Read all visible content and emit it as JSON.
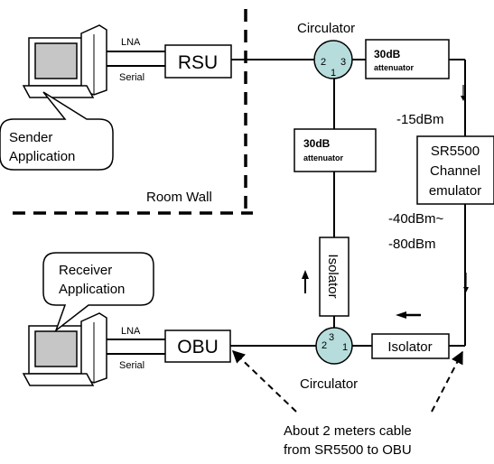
{
  "nodes": {
    "rsu": "RSU",
    "obu": "OBU",
    "circulator_top": "Circulator",
    "circulator_bottom": "Circulator",
    "att_right_value": "30dB",
    "att_right_sub": "attenuator",
    "att_mid_value": "30dB",
    "att_mid_sub": "attenuator",
    "isolator_vertical": "Isolator",
    "isolator_horizontal": "Isolator",
    "emulator": [
      "SR5500",
      "Channel",
      "emulator"
    ]
  },
  "ports": {
    "top": [
      "2",
      "3",
      "1"
    ],
    "bottom": [
      "2",
      "3",
      "1"
    ]
  },
  "links": {
    "lna_top": "LNA",
    "serial_top": "Serial",
    "lna_bottom": "LNA",
    "serial_bottom": "Serial"
  },
  "callouts": {
    "sender": [
      "Sender",
      "Application"
    ],
    "receiver": [
      "Receiver",
      "Application"
    ]
  },
  "levels": {
    "before_emulator": "-15dBm",
    "after_emulator_1": "-40dBm~",
    "after_emulator_2": "-80dBm"
  },
  "wall_label": "Room Wall",
  "cable_note": [
    "About 2 meters cable",
    "from SR5500 to OBU"
  ],
  "colors": {
    "circulator_fill": "#b7dcdc",
    "line": "#000000",
    "screen_fill": "#c6c6c6"
  },
  "icons": [
    "computer-icon",
    "arrow-down-icon",
    "arrow-up-icon",
    "arrow-left-icon"
  ]
}
